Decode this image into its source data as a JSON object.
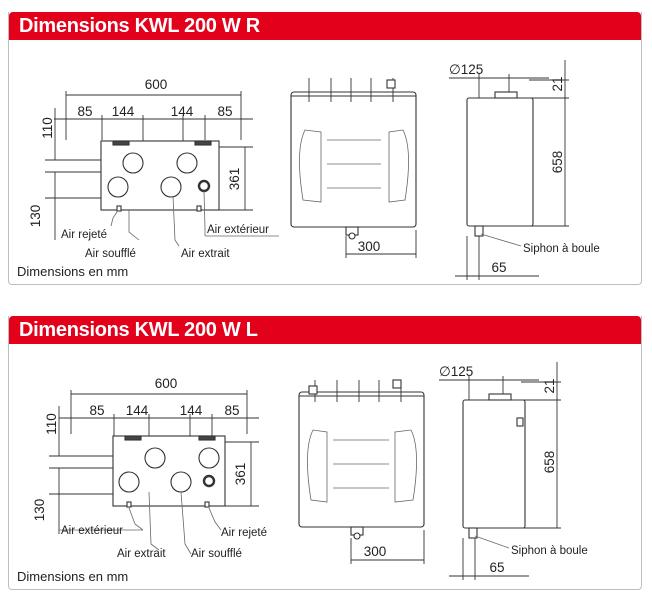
{
  "panels": [
    {
      "title": "Dimensions KWL 200 W R",
      "unit_note": "Dimensions en mm",
      "dims": {
        "width": "600",
        "left_margin": "85",
        "spacing_1": "144",
        "spacing_2": "144",
        "right_margin": "85",
        "upper_height": "110",
        "lower_height": "130",
        "height": "361",
        "depth": "300",
        "diameter": "125",
        "top_offset": "21",
        "total_height": "658",
        "siphon_offset": "65"
      },
      "labels": {
        "air_rejete": "Air rejeté",
        "air_souffle": "Air soufflé",
        "air_extrait": "Air extrait",
        "air_exterieur": "Air extérieur",
        "siphon": "Siphon à boule"
      }
    },
    {
      "title": "Dimensions KWL 200 W L",
      "unit_note": "Dimensions en mm",
      "dims": {
        "width": "600",
        "left_margin": "85",
        "spacing_1": "144",
        "spacing_2": "144",
        "right_margin": "85",
        "upper_height": "110",
        "lower_height": "130",
        "height": "361",
        "depth": "300",
        "diameter": "125",
        "top_offset": "21",
        "total_height": "658",
        "siphon_offset": "65"
      },
      "labels": {
        "air_exterieur": "Air extérieur",
        "air_extrait": "Air extrait",
        "air_souffle": "Air soufflé",
        "air_rejete": "Air rejeté",
        "siphon": "Siphon à boule"
      }
    }
  ],
  "colors": {
    "header_red": "#e3001b",
    "panel_border": "#bdbdbd",
    "line": "#333333"
  }
}
